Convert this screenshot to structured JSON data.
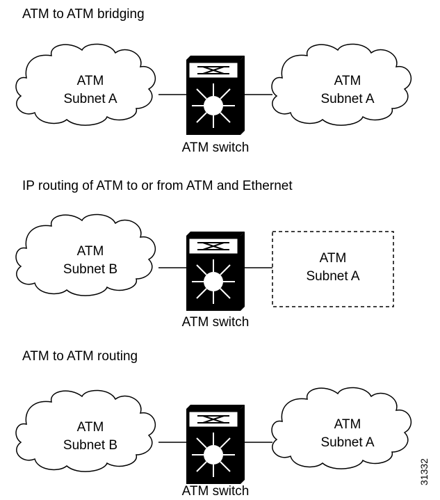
{
  "sections": [
    {
      "heading": "ATM to ATM bridging",
      "left_cloud": {
        "line1": "ATM",
        "line2": "Subnet A"
      },
      "switch_label": "ATM switch",
      "right_node": {
        "line1": "ATM",
        "line2": "Subnet A",
        "style": "cloud"
      }
    },
    {
      "heading": "IP routing of  ATM to or from ATM and Ethernet",
      "left_cloud": {
        "line1": "ATM",
        "line2": "Subnet B"
      },
      "switch_label": "ATM switch",
      "right_node": {
        "line1": "ATM",
        "line2": "Subnet A",
        "style": "dashed-box"
      }
    },
    {
      "heading": "ATM to ATM routing",
      "left_cloud": {
        "line1": "ATM",
        "line2": "Subnet B"
      },
      "switch_label": "ATM switch",
      "right_node": {
        "line1": "ATM",
        "line2": "Subnet A",
        "style": "cloud"
      }
    }
  ],
  "figure_id": "31332"
}
